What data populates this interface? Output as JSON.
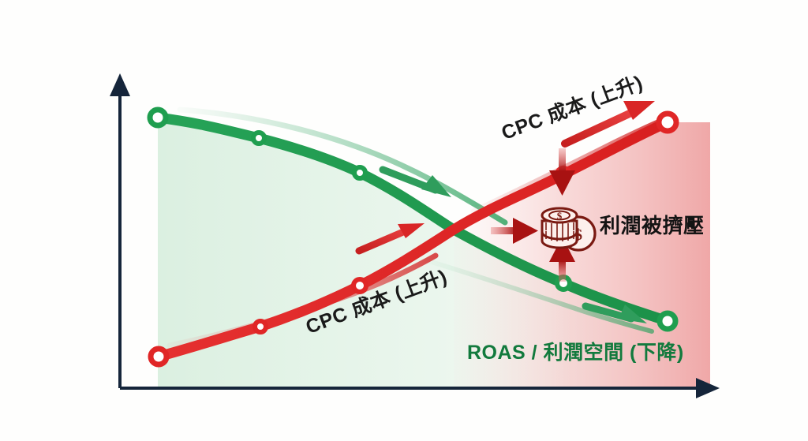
{
  "figure": {
    "background_color": "#fefefd",
    "axis_color": "#15253a"
  },
  "labels": {
    "cpc_upper": "CPC 成本 (上升)",
    "cpc_lower": "CPC 成本 (上升)",
    "roas": "ROAS / 利潤空間 (下降)",
    "squeeze": "利潤被擠壓"
  },
  "icons": {
    "coin_stack": "coin-stack-icon",
    "coin_symbol": "$",
    "y_axis_arrow": "arrow-up-icon",
    "x_axis_arrow": "arrow-right-icon",
    "green_trend_arrow": "arrow-down-right-icon",
    "red_trend_arrow": "arrow-up-right-icon",
    "pressure_arrow_down": "arrow-down-icon",
    "pressure_arrow_up": "arrow-up-icon",
    "pressure_arrow_right": "arrow-right-icon"
  },
  "chart_data": {
    "type": "line",
    "title": "",
    "xlabel": "",
    "ylabel": "",
    "grid": false,
    "legend_position": "inline-annotations",
    "axis": {
      "origin": [
        152,
        492
      ],
      "y_top": [
        152,
        96
      ],
      "x_right": [
        910,
        492
      ],
      "color": "#15253a",
      "arrowheads": true
    },
    "xlim": [
      152,
      910
    ],
    "ylim": [
      492,
      96
    ],
    "series": [
      {
        "name": "ROAS / 利潤空間 (下降)",
        "label": "ROAS / 利潤空間 (下降)",
        "color": "#1f9e4f",
        "area_fill": "#d8efdf",
        "direction": "down",
        "marker": "open-circle",
        "points": [
          [
            200,
            149
          ],
          [
            328,
            175
          ],
          [
            456,
            219
          ],
          [
            575,
            291
          ],
          [
            714,
            359
          ],
          [
            846,
            407
          ]
        ]
      },
      {
        "name": "CPC 成本 (上升)",
        "label": "CPC 成本 (上升)",
        "color": "#e02626",
        "area_fill": "#f7c9c9",
        "direction": "up",
        "marker": "open-circle",
        "points": [
          [
            201,
            452
          ],
          [
            330,
            414
          ],
          [
            456,
            362
          ],
          [
            575,
            291
          ],
          [
            714,
            221
          ],
          [
            846,
            155
          ]
        ]
      }
    ],
    "annotations": [
      {
        "name": "cpc-upper-label",
        "text": "CPC 成本 (上升)",
        "x": 636,
        "y": 150,
        "rotation": -20.5,
        "color": "#1a1a1a"
      },
      {
        "name": "cpc-lower-label",
        "text": "CPC 成本 (上升)",
        "x": 388,
        "y": 396,
        "rotation": -20.5,
        "color": "#1a1a1a"
      },
      {
        "name": "roas-label",
        "text": "ROAS / 利潤空間 (下降)",
        "x": 592,
        "y": 427,
        "rotation": 0,
        "color": "#127a3d"
      },
      {
        "name": "squeeze-label",
        "text": "利潤被擠壓",
        "x": 760,
        "y": 266,
        "rotation": 0,
        "color": "#141414"
      }
    ],
    "crossover_point": [
      575,
      291
    ],
    "colors": {
      "green": "#1f9e4f",
      "green_dark": "#127a3d",
      "red": "#e02626",
      "red_dark": "#b01818",
      "axis": "#15253a",
      "coin_outline": "#7a1a12"
    }
  }
}
